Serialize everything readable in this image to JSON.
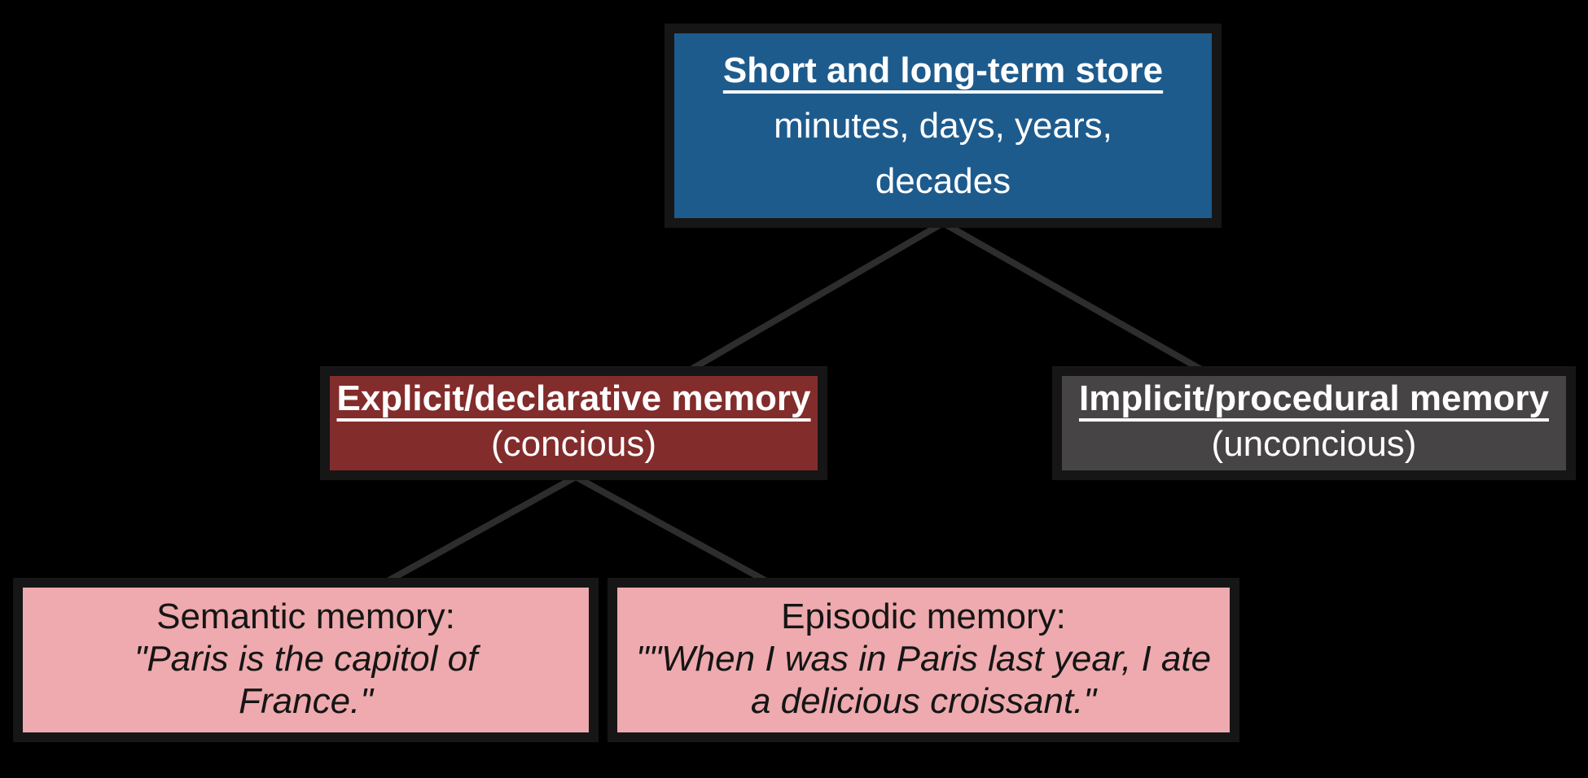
{
  "diagram": {
    "title_hint": "memory-types-tree",
    "nodes": {
      "root": {
        "title": "Short and long-term store",
        "subtitle": "minutes, days, years, decades"
      },
      "explicit": {
        "title": "Explicit/declarative memory",
        "subtitle": "(concious)"
      },
      "implicit": {
        "title": "Implicit/procedural memory",
        "subtitle": "(unconcious)"
      },
      "semantic": {
        "title": "Semantic memory:",
        "quote": "\"Paris is the capitol of France.\""
      },
      "episodic": {
        "title": "Episodic memory:",
        "quote": "\"\"When I was in Paris last year, I ate a delicious croissant.\""
      }
    },
    "edges": [
      {
        "from": "root",
        "to": "explicit"
      },
      {
        "from": "root",
        "to": "implicit"
      },
      {
        "from": "explicit",
        "to": "semantic"
      },
      {
        "from": "explicit",
        "to": "episodic"
      }
    ],
    "colors": {
      "background": "#000000",
      "box_frame": "#161616",
      "connector": "#2d2d2d",
      "root_fill": "#1e5b8d",
      "explicit_fill": "#822c2c",
      "implicit_fill": "#464444",
      "leaf_fill": "#eeaaae",
      "light_text": "#ffffff",
      "dark_text": "#151515"
    }
  }
}
